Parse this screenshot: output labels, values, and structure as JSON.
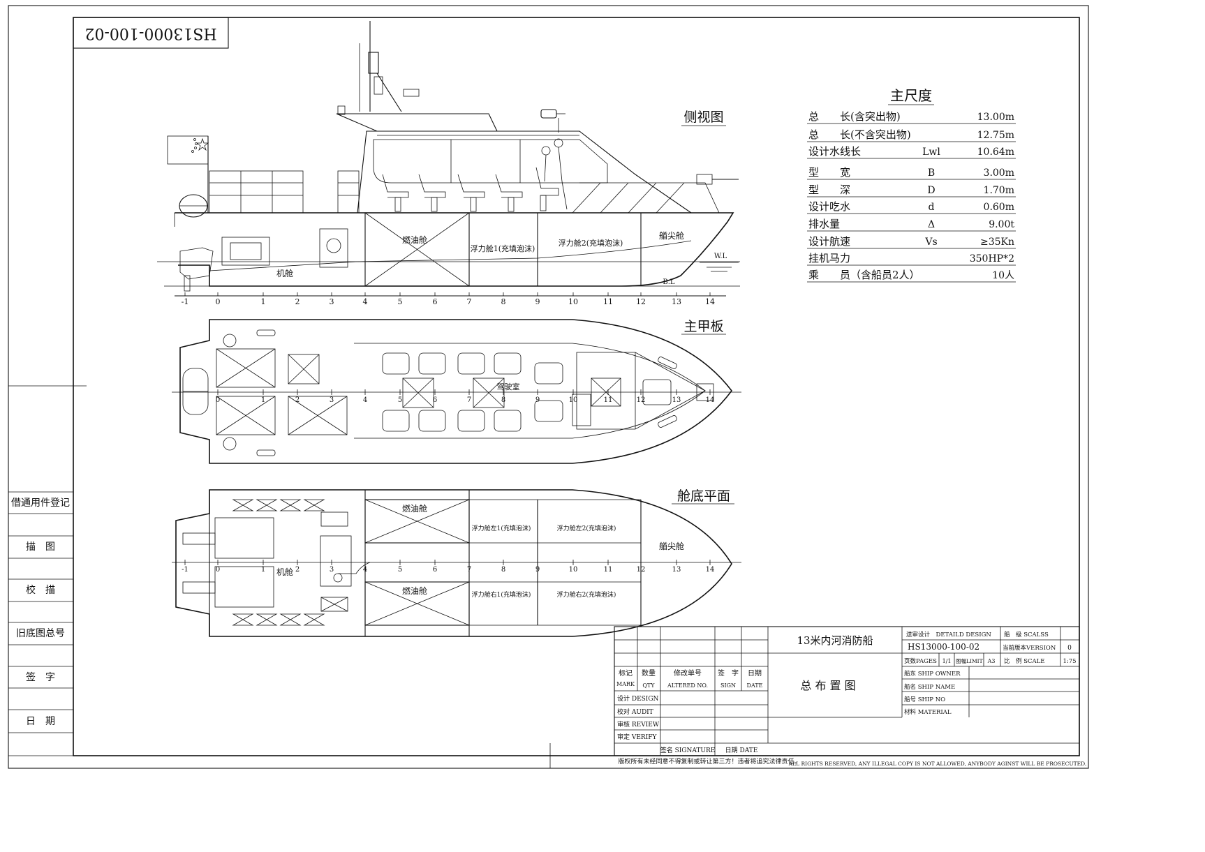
{
  "drawing_number": "HS13000-100-02",
  "views": {
    "side": {
      "title": "侧视图",
      "labels": {
        "fuel": "燃油舱",
        "float1": "浮力舱1(充填泡沫)",
        "float2": "浮力舱2(充填泡沫)",
        "bow": "艏尖舱",
        "engine": "机舱",
        "wl": "W.L",
        "bl": "B.L"
      }
    },
    "deck": {
      "title": "主甲板",
      "labels": {
        "wheelhouse": "驾驶室"
      }
    },
    "bottom": {
      "title": "舱底平面",
      "labels": {
        "fuel_top": "燃油舱",
        "fuel_bottom": "燃油舱",
        "float_left1": "浮力舱左1(充填泡沫)",
        "float_left2": "浮力舱左2(充填泡沫)",
        "float_right1": "浮力舱右1(充填泡沫)",
        "float_right2": "浮力舱右2(充填泡沫)",
        "bow": "艏尖舱",
        "engine": "机舱"
      }
    }
  },
  "frames": [
    "-1",
    "0",
    "1",
    "2",
    "3",
    "4",
    "5",
    "6",
    "7",
    "8",
    "9",
    "10",
    "11",
    "12",
    "13",
    "14"
  ],
  "main_dimensions": {
    "title": "主尺度",
    "rows": [
      {
        "label": "总　　长(含突出物)",
        "symbol": "",
        "value": "13.00m"
      },
      {
        "label": "总　　长(不含突出物)",
        "symbol": "",
        "value": "12.75m"
      },
      {
        "label": "设计水线长",
        "symbol": "Lwl",
        "value": "10.64m"
      },
      {
        "label": "型　　宽",
        "symbol": "B",
        "value": "3.00m"
      },
      {
        "label": "型　　深",
        "symbol": "D",
        "value": "1.70m"
      },
      {
        "label": "设计吃水",
        "symbol": "d",
        "value": "0.60m"
      },
      {
        "label": "排水量",
        "symbol": "Δ",
        "value": "9.00t"
      },
      {
        "label": "设计航速",
        "symbol": "Vs",
        "value": "≥35Kn"
      },
      {
        "label": "挂机马力",
        "symbol": "",
        "value": "350HP*2"
      },
      {
        "label": "乘　　员（含船员2人）",
        "symbol": "",
        "value": "10人"
      }
    ]
  },
  "left_register": [
    "借通用件登记",
    "描　图",
    "校　描",
    "旧底图总号",
    "签　字",
    "日　期"
  ],
  "title_block": {
    "ship_title": "13米内河消防船",
    "drawing_title": "总 布 置 图",
    "stage_label": "送审设计　DETAILD DESIGN",
    "class_label": "船　级 SCALSS",
    "drawing_no": "HS13000-100-02",
    "version_label": "当前版本VERSION",
    "version_value": "0",
    "pages_label": "页数PAGES",
    "pages_value": "1/1",
    "limit_label": "图幅LIMIT",
    "limit_value": "A3",
    "scale_label": "比　例 SCALE",
    "scale_value": "1:75",
    "owner_label": "船东 SHIP OWNER",
    "name_label": "船名 SHIP NAME",
    "no_label": "船号 SHIP NO",
    "material_label": "材料 MATERIAL",
    "mark_cn": "标记",
    "mark_en": "MARK",
    "qty_cn": "数量",
    "qty_en": "QTY",
    "altered_cn": "修改单号",
    "altered_en": "ALTERED NO.",
    "sign_cn": "签　字",
    "sign_en": "SIGN",
    "date_cn": "日期",
    "date_en": "DATE",
    "design": "设计 DESIGN",
    "audit": "校对 AUDIT",
    "review": "审核 REVIEW",
    "verify": "审定 VERIFY",
    "signature": "签名 SIGNATURE",
    "sig_date": "日期 DATE",
    "copyright_cn": "版权所有未经同意不得复制或转让第三方！违者将追究法律责任。",
    "copyright_en": "ALL RIGHTS RESERVED, ANY ILLEGAL COPY IS NOT ALLOWED, ANYBODY AGINST WILL BE PROSECUTED."
  }
}
